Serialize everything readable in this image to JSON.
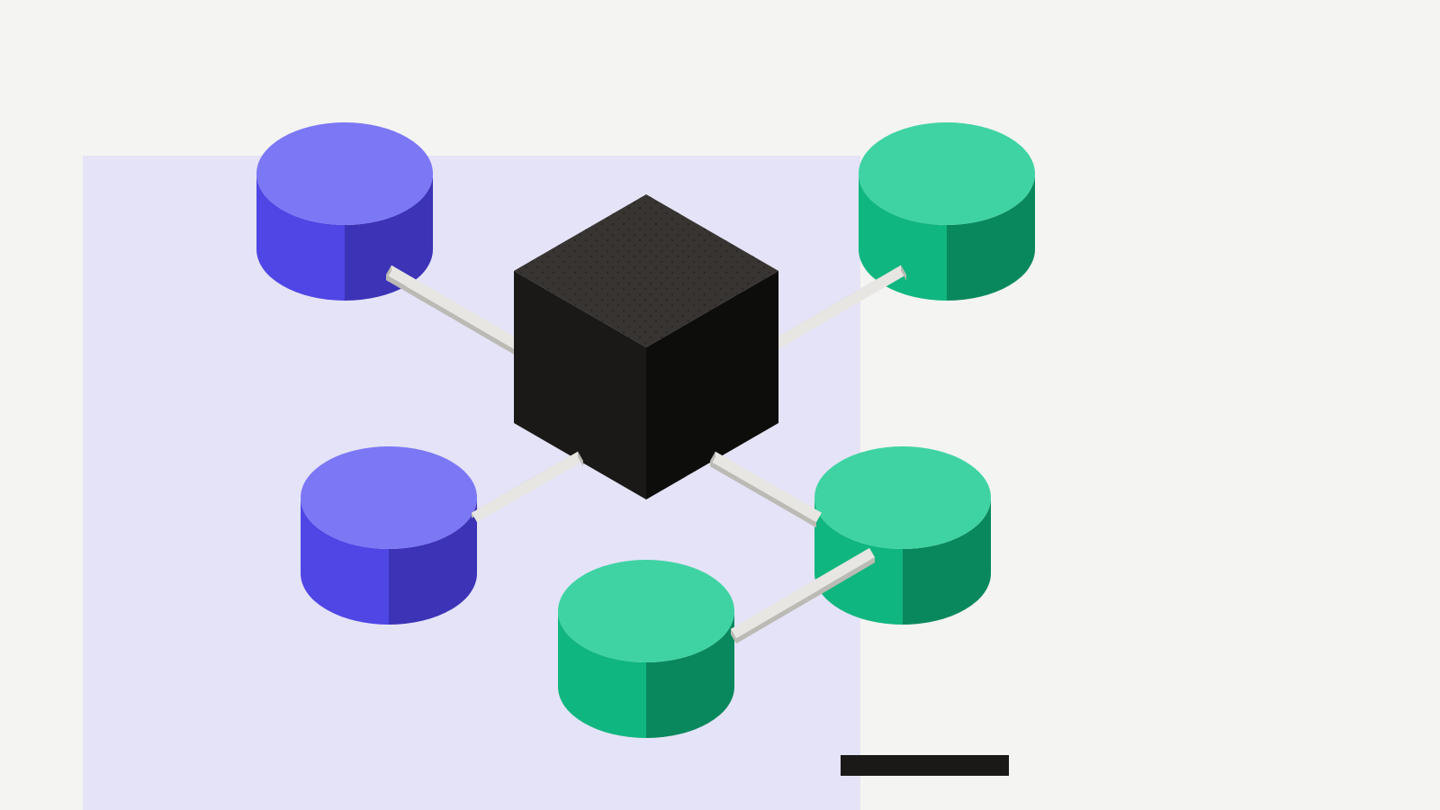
{
  "colors": {
    "background": "#f4f4f2",
    "panel": "#e4e3f7",
    "hub_top": "#373432",
    "hub_left": "#1a1918",
    "hub_right": "#0d0d0c",
    "hub_dots": "#2b2927",
    "connector_top": "#e8e6e2",
    "connector_side": "#bcbab4",
    "violet_top": "#7c77f5",
    "violet_left": "#4f46e5",
    "violet_right": "#3c33b7",
    "green_top": "#3fd3a3",
    "green_left": "#10b67f",
    "green_right": "#0a885d",
    "bar": "#1a1918"
  },
  "diagram": {
    "hub": {
      "name": "central-hub-cube"
    },
    "nodes": [
      {
        "name": "database-violet-top-left",
        "color": "violet"
      },
      {
        "name": "database-green-top-right",
        "color": "green"
      },
      {
        "name": "database-violet-bottom-left",
        "color": "violet"
      },
      {
        "name": "database-green-mid-right",
        "color": "green"
      },
      {
        "name": "database-green-bottom",
        "color": "green"
      }
    ]
  }
}
